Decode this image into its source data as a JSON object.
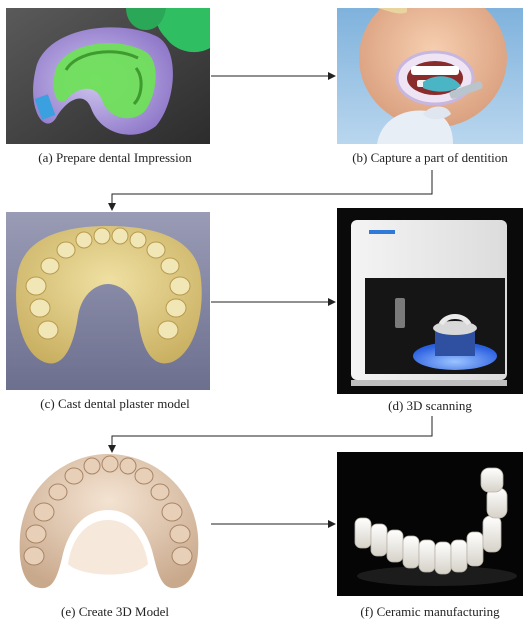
{
  "steps": [
    {
      "id": "a",
      "caption": "(a) Prepare dental Impression",
      "image": "dental-impression-tray"
    },
    {
      "id": "b",
      "caption": "(b) Capture a part of dentition",
      "image": "patient-with-mouth-retractor"
    },
    {
      "id": "c",
      "caption": "(c) Cast dental plaster model",
      "image": "plaster-cast-model"
    },
    {
      "id": "d",
      "caption": "(d) 3D scanning",
      "image": "desktop-3d-scanner"
    },
    {
      "id": "e",
      "caption": "(e) Create 3D Model",
      "image": "3d-dental-arch-render"
    },
    {
      "id": "f",
      "caption": "(f) Ceramic manufacturing",
      "image": "ceramic-dental-bridge"
    }
  ],
  "colors": {
    "arrow": "#222222",
    "plaster": "#d8c27a",
    "scanner_light": "#3a72ff",
    "background_dark": "#0a0a0a",
    "glove_green": "#2fbf62",
    "impression_purple": "#a58bd9"
  }
}
